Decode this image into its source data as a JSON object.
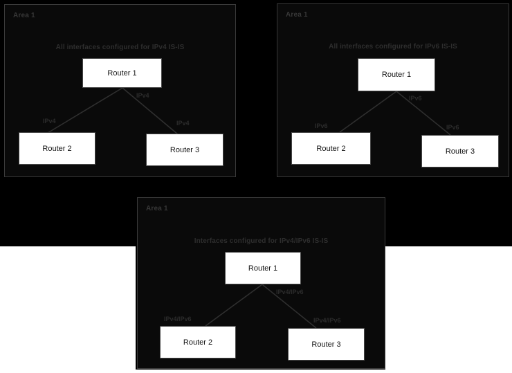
{
  "diagram": {
    "title_semantics": "IS-IS topology variants",
    "colors": {
      "background": "#ffffff",
      "panel_fill": "#0a0a0a",
      "panel_border": "#3a3a3a",
      "router_fill": "#ffffff",
      "router_border": "#4a4a4a",
      "label_text": "#2e2e2e",
      "link_stroke": "#2f2f2f"
    },
    "panels": [
      {
        "id": "ipv4",
        "area_label": "Area 1",
        "title": "All interfaces configured for IPv4 IS-IS",
        "routers": [
          {
            "name": "Router 1"
          },
          {
            "name": "Router 2"
          },
          {
            "name": "Router 3"
          }
        ],
        "links": [
          {
            "from": "Router 1",
            "to": "Router 2",
            "label_near_root": "IPv4",
            "label_near_leaf": "IPv4"
          },
          {
            "from": "Router 1",
            "to": "Router 3",
            "label_near_root": "IPv4",
            "label_near_leaf": "IPv4"
          }
        ],
        "link_labels": [
          "IPv4",
          "IPv4",
          "IPv4"
        ]
      },
      {
        "id": "ipv6",
        "area_label": "Area 1",
        "title": "All interfaces configured for IPv6 IS-IS",
        "routers": [
          {
            "name": "Router 1"
          },
          {
            "name": "Router 2"
          },
          {
            "name": "Router 3"
          }
        ],
        "links": [
          {
            "from": "Router 1",
            "to": "Router 2",
            "label_near_root": "IPv6",
            "label_near_leaf": "IPv6"
          },
          {
            "from": "Router 1",
            "to": "Router 3",
            "label_near_root": "IPv6",
            "label_near_leaf": "IPv6"
          }
        ],
        "link_labels": [
          "IPv6",
          "IPv6",
          "IPv6"
        ]
      },
      {
        "id": "dual",
        "area_label": "Area 1",
        "title": "Interfaces configured for IPv4/IPv6 IS-IS",
        "routers": [
          {
            "name": "Router 1"
          },
          {
            "name": "Router 2"
          },
          {
            "name": "Router 3"
          }
        ],
        "links": [
          {
            "from": "Router 1",
            "to": "Router 2",
            "label_near_root": "IPv4/IPv6",
            "label_near_leaf": "IPv4/IPv6"
          },
          {
            "from": "Router 1",
            "to": "Router 3",
            "label_near_root": "IPv4/IPv6",
            "label_near_leaf": "IPv4/IPv6"
          }
        ],
        "link_labels": [
          "IPv4/IPv6",
          "IPv4/IPv6",
          "IPv4/IPv6"
        ]
      }
    ]
  }
}
